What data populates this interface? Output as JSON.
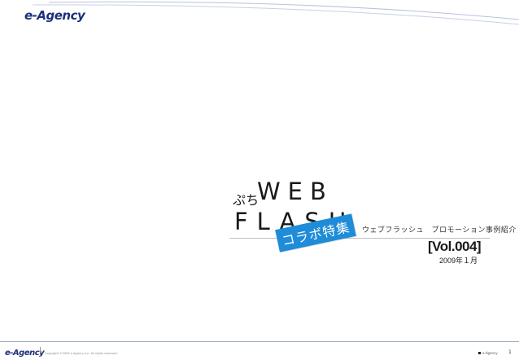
{
  "header": {
    "logo_text": "e-Agency"
  },
  "title": {
    "small": "ぷち",
    "line1": "WEB",
    "line2": "FLASH",
    "subtitle": "ウェブフラッシュ　プロモーション事例紹介",
    "ribbon": "コラボ特集"
  },
  "issue": {
    "volume": "[Vol.004]",
    "date": "2009年１月"
  },
  "footer": {
    "logo_text": "e-Agency",
    "copyright": "Copyright ©2009 e-Agency Inc. All rights reserved.",
    "badge": "e-Agency",
    "page_number": "1"
  },
  "colors": {
    "brand": "#1d2f7c",
    "ribbon": "#1f8cd8",
    "swoosh": "#b8c2dc"
  }
}
